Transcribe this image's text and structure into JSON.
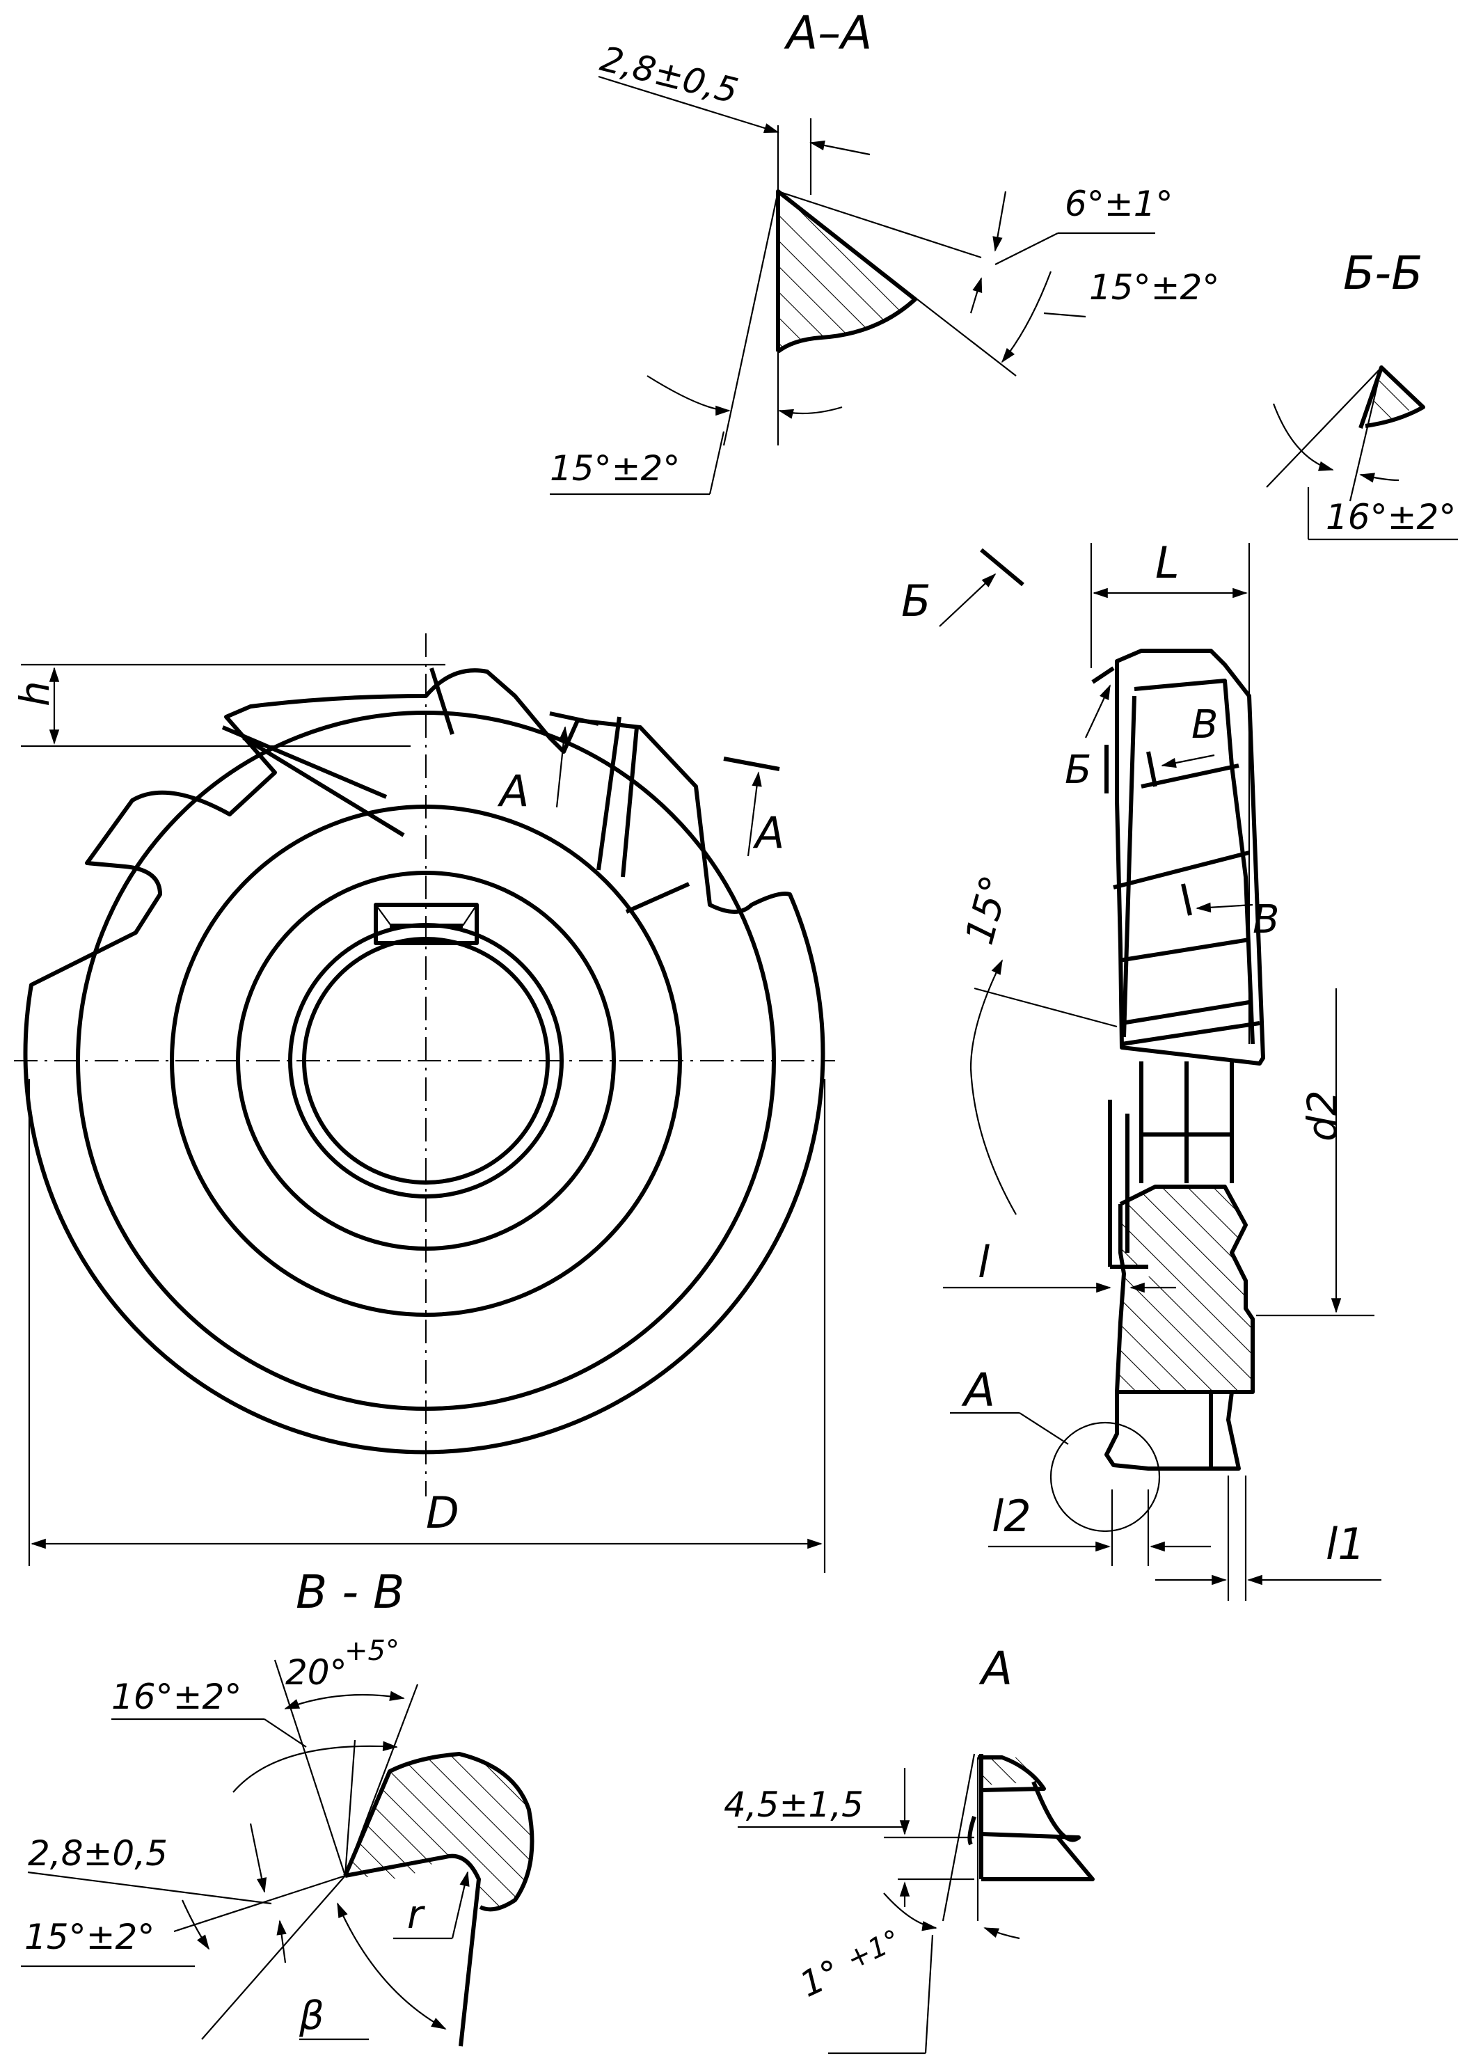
{
  "sections": {
    "aa": "А–А",
    "bb": "Б-Б",
    "vv": "В - В",
    "a_detail": "А"
  },
  "markers": {
    "a": "А",
    "b": "Б",
    "v": "В"
  },
  "dims": {
    "aa_land": "2,8±0,5",
    "aa_clear": "6°±1°",
    "aa_rake": "15°±2°",
    "aa_bottom": "15°±2°",
    "bb_angle": "16°±2°",
    "L": "L",
    "h": "h",
    "D": "D",
    "d2": "d2",
    "l": "l",
    "l1": "l1",
    "l2": "l2",
    "helix": "15°",
    "vv_a1": "20°",
    "vv_a1_tol": "+5°",
    "vv_a2": "16°±2°",
    "vv_land": "2,8±0,5",
    "vv_a3": "15°±2°",
    "vv_r": "r",
    "vv_beta": "β",
    "det_land": "4,5±1,5",
    "det_angle": "1°",
    "det_angle_tol": "+1°"
  }
}
